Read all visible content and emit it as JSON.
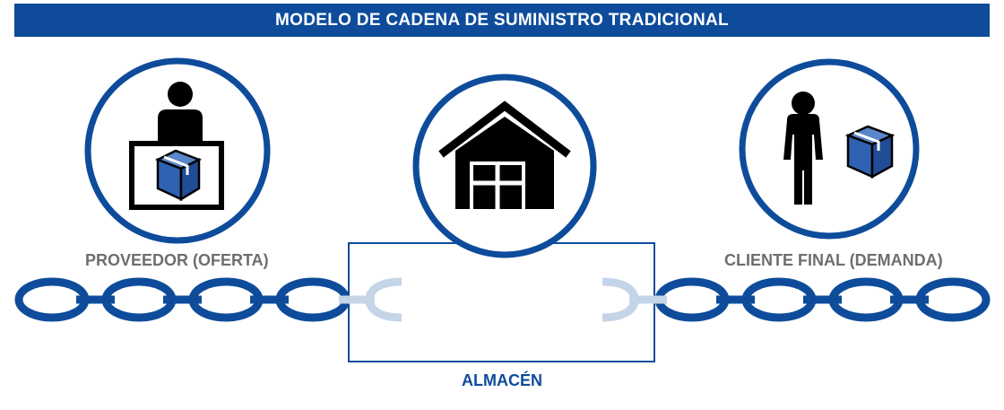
{
  "title": "MODELO DE CADENA DE SUMINISTRO TRADICIONAL",
  "nodes": {
    "supplier": {
      "label": "PROVEEDOR (OFERTA)",
      "icon": "person-with-box-counter-icon"
    },
    "warehouse": {
      "label": "ALMACÉN",
      "icon": "warehouse-icon"
    },
    "customer": {
      "label": "CLIENTE FINAL (DEMANDA)",
      "icon": "person-with-box-icon"
    }
  },
  "colors": {
    "primary": "#0e4c9b",
    "light_chain": "#c5d5e8",
    "label_gray": "#6d6e71",
    "box_blue": "#2f62b2"
  }
}
